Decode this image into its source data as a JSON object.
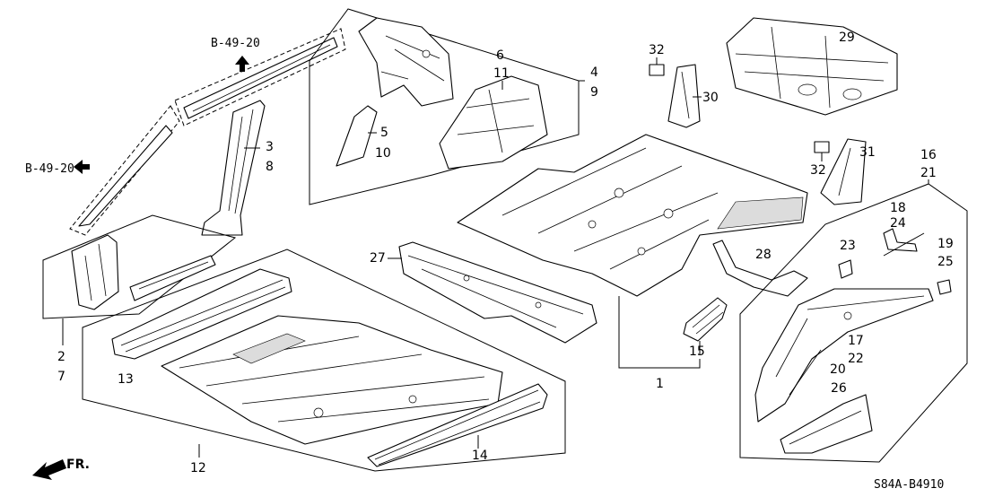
{
  "callouts": {
    "c1": "1",
    "c2": "2",
    "c3": "3",
    "c4": "4",
    "c5": "5",
    "c6": "6",
    "c7": "7",
    "c8": "8",
    "c9": "9",
    "c10": "10",
    "c11": "11",
    "c12": "12",
    "c13": "13",
    "c14": "14",
    "c15": "15",
    "c16": "16",
    "c17": "17",
    "c18": "18",
    "c19": "19",
    "c20": "20",
    "c21": "21",
    "c22": "22",
    "c23": "23",
    "c24": "24",
    "c25": "25",
    "c26": "26",
    "c27": "27",
    "c28": "28",
    "c29": "29",
    "c30": "30",
    "c31": "31",
    "c32a": "32",
    "c32b": "32"
  },
  "references": {
    "top": "B-49-20",
    "left": "B-49-20"
  },
  "front_marker": "FR.",
  "diagram_code": "S84A-B4910"
}
